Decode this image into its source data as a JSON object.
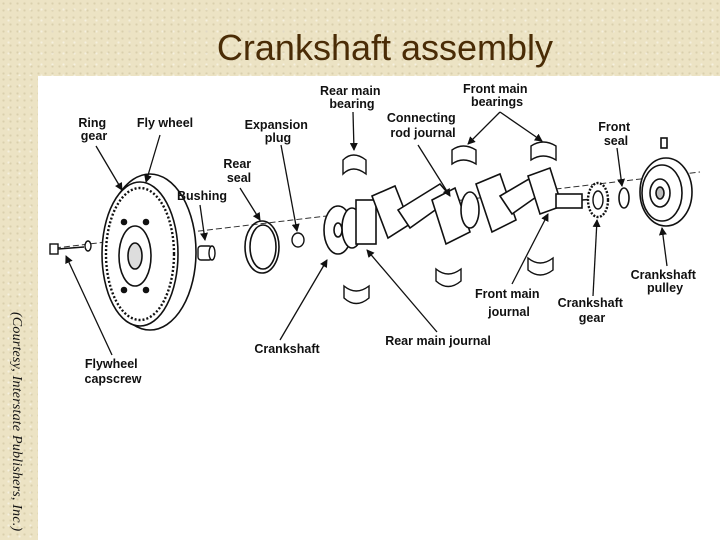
{
  "slide": {
    "title": "Crankshaft assembly",
    "courtesy": "(Courtesy, Interstate Publishers, Inc.)"
  },
  "labels": {
    "ring_gear": [
      "Ring",
      "gear"
    ],
    "fly_wheel": [
      "Fly wheel"
    ],
    "expansion_plug": [
      "Expansion",
      "plug"
    ],
    "rear_main_bearing": [
      "Rear main",
      "bearing"
    ],
    "connecting_rod_journal": [
      "Connecting",
      "rod journal"
    ],
    "front_main_bearings": [
      "Front main",
      "bearings"
    ],
    "front_seal": [
      "Front",
      "seal"
    ],
    "rear_seal": [
      "Rear",
      "seal"
    ],
    "bushing": [
      "Bushing"
    ],
    "crankshaft_pulley": [
      "Crankshaft",
      "pulley"
    ],
    "front_main_journal": [
      "Front main",
      "journal"
    ],
    "crankshaft_gear": [
      "Crankshaft",
      "gear"
    ],
    "rear_main_journal": [
      "Rear main journal"
    ],
    "crankshaft": [
      "Crankshaft"
    ],
    "flywheel_capscrew": [
      "Flywheel",
      "capscrew"
    ]
  },
  "colors": {
    "title_text": "#4a2c06",
    "band_background": "#ece3c4",
    "line": "#111111"
  }
}
